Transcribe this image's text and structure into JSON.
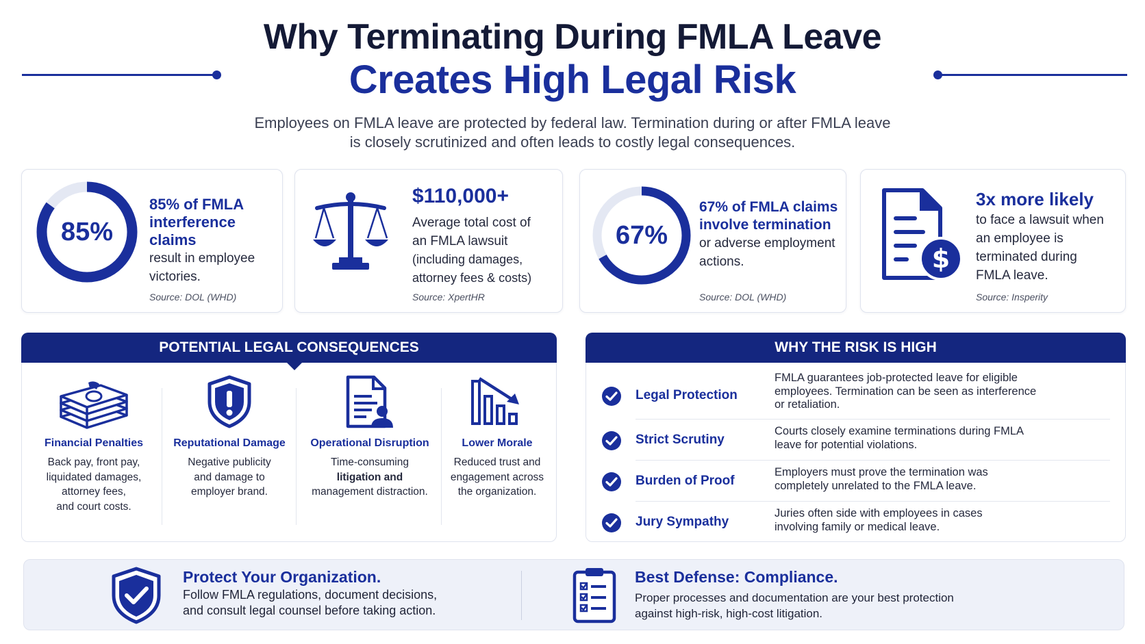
{
  "header": {
    "title_line1": "Why Terminating During FMLA Leave",
    "title_line2": "Creates High Legal Risk",
    "subtitle_line1": "Employees on FMLA leave are protected by federal law. Termination during or after FMLA leave",
    "subtitle_line2": "is closely scrutinized and often leads to costly legal consequences."
  },
  "colors": {
    "primary": "#1a2f9c",
    "header_bar": "#14267f",
    "ring_track": "#e4e8f3",
    "text": "#25293d"
  },
  "stats": [
    {
      "ring_label": "85%",
      "ring_percent": 85,
      "headline_lines": [
        "85% of FMLA",
        "interference claims"
      ],
      "body_lines": [
        "result in employee",
        "victories."
      ],
      "source": "Source: DOL (WHD)"
    },
    {
      "icon": "scales-of-justice-icon",
      "big_value": "$110,000+",
      "body_lines": [
        "Average total cost of",
        "an FMLA lawsuit",
        "(including damages,",
        "attorney fees & costs)"
      ],
      "source": "Source: XpertHR"
    },
    {
      "ring_label": "67%",
      "ring_percent": 67,
      "headline_lines": [
        "67% of FMLA claims",
        "involve termination"
      ],
      "body_lines": [
        "or adverse employment",
        "actions."
      ],
      "source": "Source: DOL (WHD)"
    },
    {
      "icon": "document-dollar-icon",
      "big_value": "3x more likely",
      "body_lines": [
        "to face a lawsuit when",
        "an employee is",
        "terminated during",
        "FMLA leave."
      ],
      "source": "Source: Insperity"
    }
  ],
  "consequences": {
    "heading": "POTENTIAL LEGAL CONSEQUENCES",
    "items": [
      {
        "icon": "money-stack-icon",
        "title": "Financial Penalties",
        "body_lines": [
          "Back pay, front pay,",
          "liquidated damages,",
          "attorney fees,",
          "and court costs."
        ]
      },
      {
        "icon": "shield-alert-icon",
        "title": "Reputational Damage",
        "body_lines": [
          "Negative publicity",
          "and damage to",
          "employer brand."
        ]
      },
      {
        "icon": "document-person-icon",
        "title": "Operational Disruption",
        "body_lines": [
          "Time-consuming",
          "litigation and",
          "management distraction."
        ]
      },
      {
        "icon": "declining-chart-icon",
        "title": "Lower Morale",
        "body_lines": [
          "Reduced trust and",
          "engagement across",
          "the organization."
        ]
      }
    ]
  },
  "risk": {
    "heading": "WHY THE RISK IS HIGH",
    "items": [
      {
        "label": "Legal Protection",
        "desc_lines": [
          "FMLA guarantees job-protected leave for eligible",
          "employees. Termination can be seen as interference",
          "or retaliation."
        ]
      },
      {
        "label": "Strict Scrutiny",
        "desc_lines": [
          "Courts closely examine terminations during FMLA",
          "leave for potential violations."
        ]
      },
      {
        "label": "Burden of Proof",
        "desc_lines": [
          "Employers must prove the termination was",
          "completely unrelated to the FMLA leave."
        ]
      },
      {
        "label": "Jury Sympathy",
        "desc_lines": [
          "Juries often side with employees in cases",
          "involving family or medical leave."
        ]
      }
    ]
  },
  "footer": {
    "left": {
      "icon": "shield-check-icon",
      "title": "Protect Your Organization.",
      "body_lines": [
        "Follow FMLA regulations, document decisions,",
        "and consult legal counsel before taking action."
      ]
    },
    "right": {
      "icon": "clipboard-checklist-icon",
      "title": "Best Defense: Compliance.",
      "body_lines": [
        "Proper processes and documentation are your best protection",
        "against high-risk, high-cost litigation."
      ]
    }
  }
}
